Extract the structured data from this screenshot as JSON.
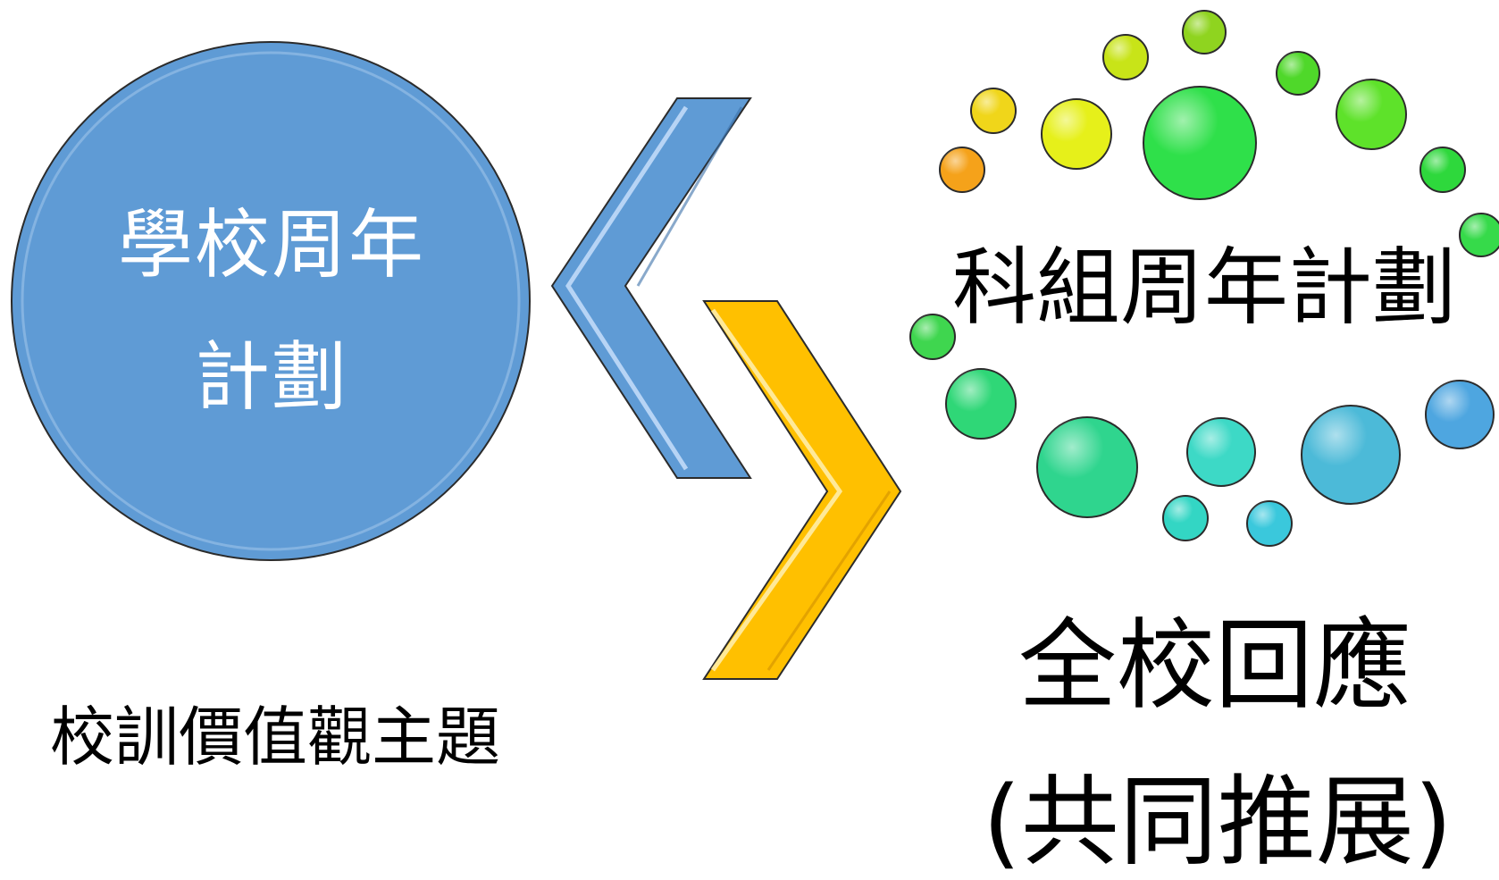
{
  "school_plan": {
    "line1": "學校周年",
    "line2": "計劃"
  },
  "department_plan": "科組周年計劃",
  "motto_values": "校訓價值觀主題",
  "school_response": {
    "line1": "全校回應",
    "line2": "(共同推展)"
  },
  "colors": {
    "circle_blue": "#5f9bd5",
    "chevron_blue": "#5f9bd5",
    "chevron_gold": "#ffc000"
  }
}
